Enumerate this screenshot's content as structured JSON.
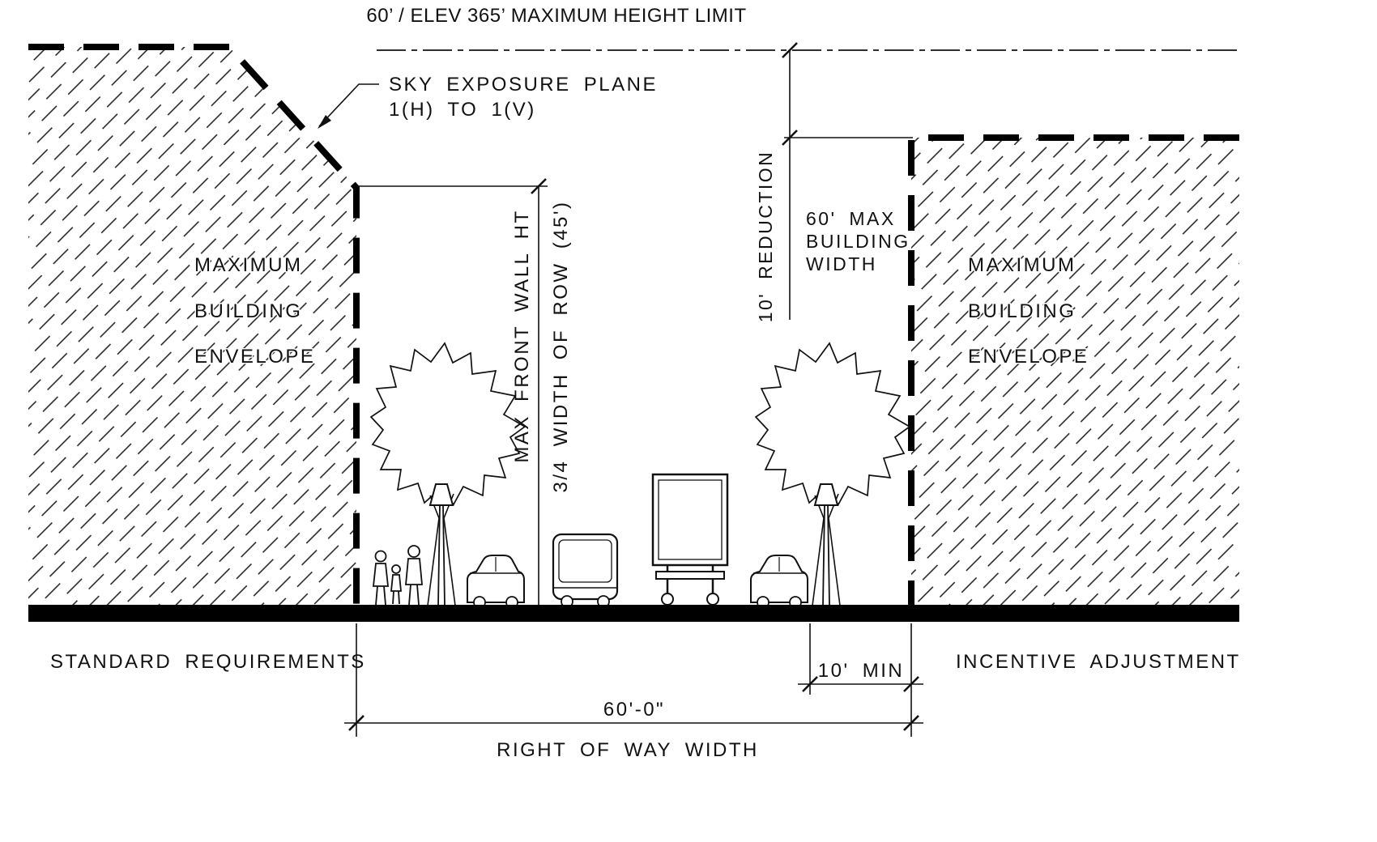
{
  "title": "60’ / ELEV 365’ MAXIMUM HEIGHT LIMIT",
  "sky_exposure": {
    "line1": "SKY EXPOSURE PLANE",
    "line2": "1(H) TO 1(V)"
  },
  "left_envelope": {
    "lines": [
      "MAXIMUM",
      "BUILDING",
      "ENVELOPE"
    ]
  },
  "right_envelope": {
    "lines": [
      "MAXIMUM",
      "BUILDING",
      "ENVELOPE"
    ]
  },
  "dims": {
    "max_front_wall_ht": "MAX FRONT WALL HT",
    "row_three_quarter": "3/4 WIDTH OF ROW (45')",
    "reduction": "10' REDUCTION",
    "bldg_width": [
      "60' MAX",
      "BUILDING",
      "WIDTH"
    ],
    "ten_min": "10' MIN",
    "row_width_value": "60'-0\"",
    "row_width_label": "RIGHT OF WAY WIDTH"
  },
  "footer": {
    "left": "STANDARD REQUIREMENTS",
    "right": "INCENTIVE ADJUSTMENT"
  },
  "colors": {
    "ink": "#111111",
    "background": "#ffffff"
  }
}
